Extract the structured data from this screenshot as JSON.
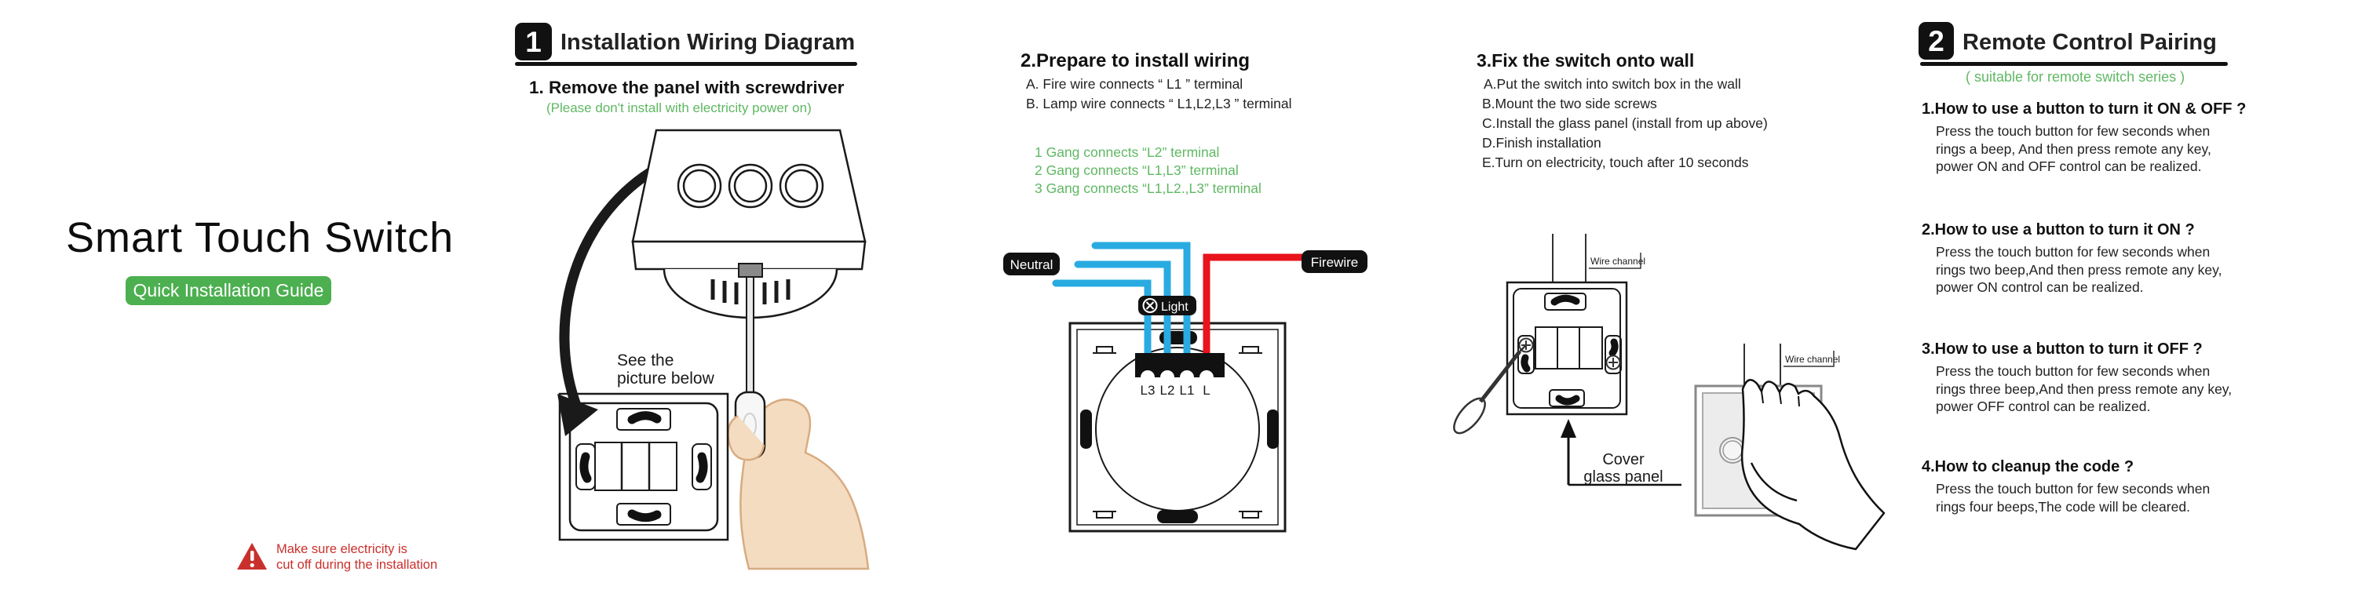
{
  "colors": {
    "green": "#4caf50",
    "green-text": "#5fb863",
    "warn-red": "#c9302c",
    "wire-blue": "#29abe2",
    "wire-red": "#e8131d",
    "ink": "#1a1a1a"
  },
  "brand": {
    "title": "Smart Touch Switch",
    "badge": "Quick Installation Guide",
    "warning": "Make sure electricity is\ncut off during the installation"
  },
  "section1": {
    "number": "1",
    "title": "Installation Wiring Diagram",
    "step_title": "1. Remove the panel with screwdriver",
    "step_note": "(Please don't  install with electricity power on)",
    "see_line1": "See the",
    "see_line2": "picture below"
  },
  "section2": {
    "title": "2.Prepare to install wiring",
    "line_a": "A. Fire wire connects “ L1 ” terminal",
    "line_b": "B. Lamp wire connects “ L1,L2,L3 ” terminal",
    "gang1": "1 Gang connects “L2” terminal",
    "gang2": "2 Gang connects “L1,L3” terminal",
    "gang3": "3 Gang connects “L1,L2.,L3” terminal",
    "label_neutral": "Neutral",
    "label_firewire": "Firewire",
    "label_light": "Light",
    "terminals": [
      "L3",
      "L2",
      "L1",
      "L"
    ]
  },
  "section3": {
    "title": "3.Fix the switch onto wall",
    "steps": [
      "A.Put the switch into switch box in the wall",
      "B.Mount the two side screws",
      "C.Install the glass panel (install from up above)",
      "D.Finish installation",
      "E.Turn on electricity, touch after 10 seconds"
    ],
    "wire_channel": "Wire channel",
    "cover_line1": "Cover",
    "cover_line2": "glass panel"
  },
  "section4": {
    "number": "2",
    "title": "Remote Control Pairing",
    "subtitle": "( suitable for remote switch series )",
    "items": [
      {
        "q": "1.How to use a button to turn it ON & OFF ?",
        "a": [
          "Press the touch button for few seconds when",
          "rings a beep, And then press remote any key,",
          "power ON and OFF control can be realized."
        ]
      },
      {
        "q": "2.How to use a button to turn it ON ?",
        "a": [
          "Press the touch button for few seconds when",
          "rings two beep,And then press remote any key,",
          "power ON control can be realized."
        ]
      },
      {
        "q": "3.How to use a button to turn it OFF ?",
        "a": [
          "Press the touch button for few seconds when",
          "rings three beep,And then press remote any key,",
          "power OFF control can be realized."
        ]
      },
      {
        "q": "4.How to cleanup the code ?",
        "a": [
          "Press the touch button for few seconds when",
          "rings four beeps,The code will be cleared."
        ]
      }
    ]
  }
}
